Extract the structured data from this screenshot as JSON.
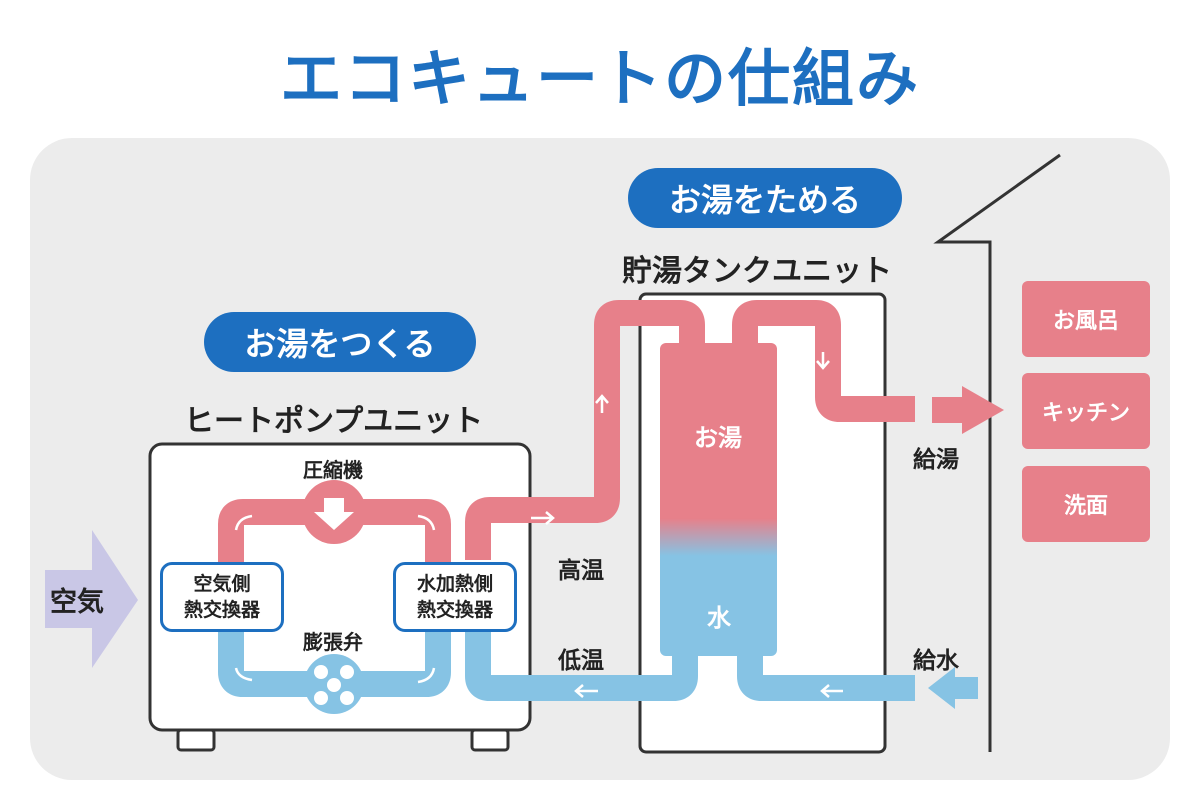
{
  "title": "エコキュートの仕組み",
  "sections": {
    "make_hot_water": "お湯をつくる",
    "store_hot_water": "お湯をためる"
  },
  "heat_pump": {
    "title": "ヒートポンプユニット",
    "compressor": "圧縮機",
    "expansion_valve": "膨張弁",
    "air_hx": [
      "空気側",
      "熱交換器"
    ],
    "water_hx": [
      "水加熱側",
      "熱交換器"
    ]
  },
  "air_label": "空気",
  "tank": {
    "title": "貯湯タンクユニット",
    "hot_label": "お湯",
    "water_label": "水"
  },
  "pipe_labels": {
    "high_temp": "高温",
    "low_temp": "低温",
    "supply_hot": "給湯",
    "supply_water": "給水"
  },
  "destinations": [
    "お風呂",
    "キッチン",
    "洗面"
  ],
  "colors": {
    "title_blue": "#1d6fc0",
    "hot_pipe": "#e7808a",
    "cold_pipe": "#86c3e4",
    "air_arrow": "#c9c7e6",
    "panel": "#ececec"
  }
}
